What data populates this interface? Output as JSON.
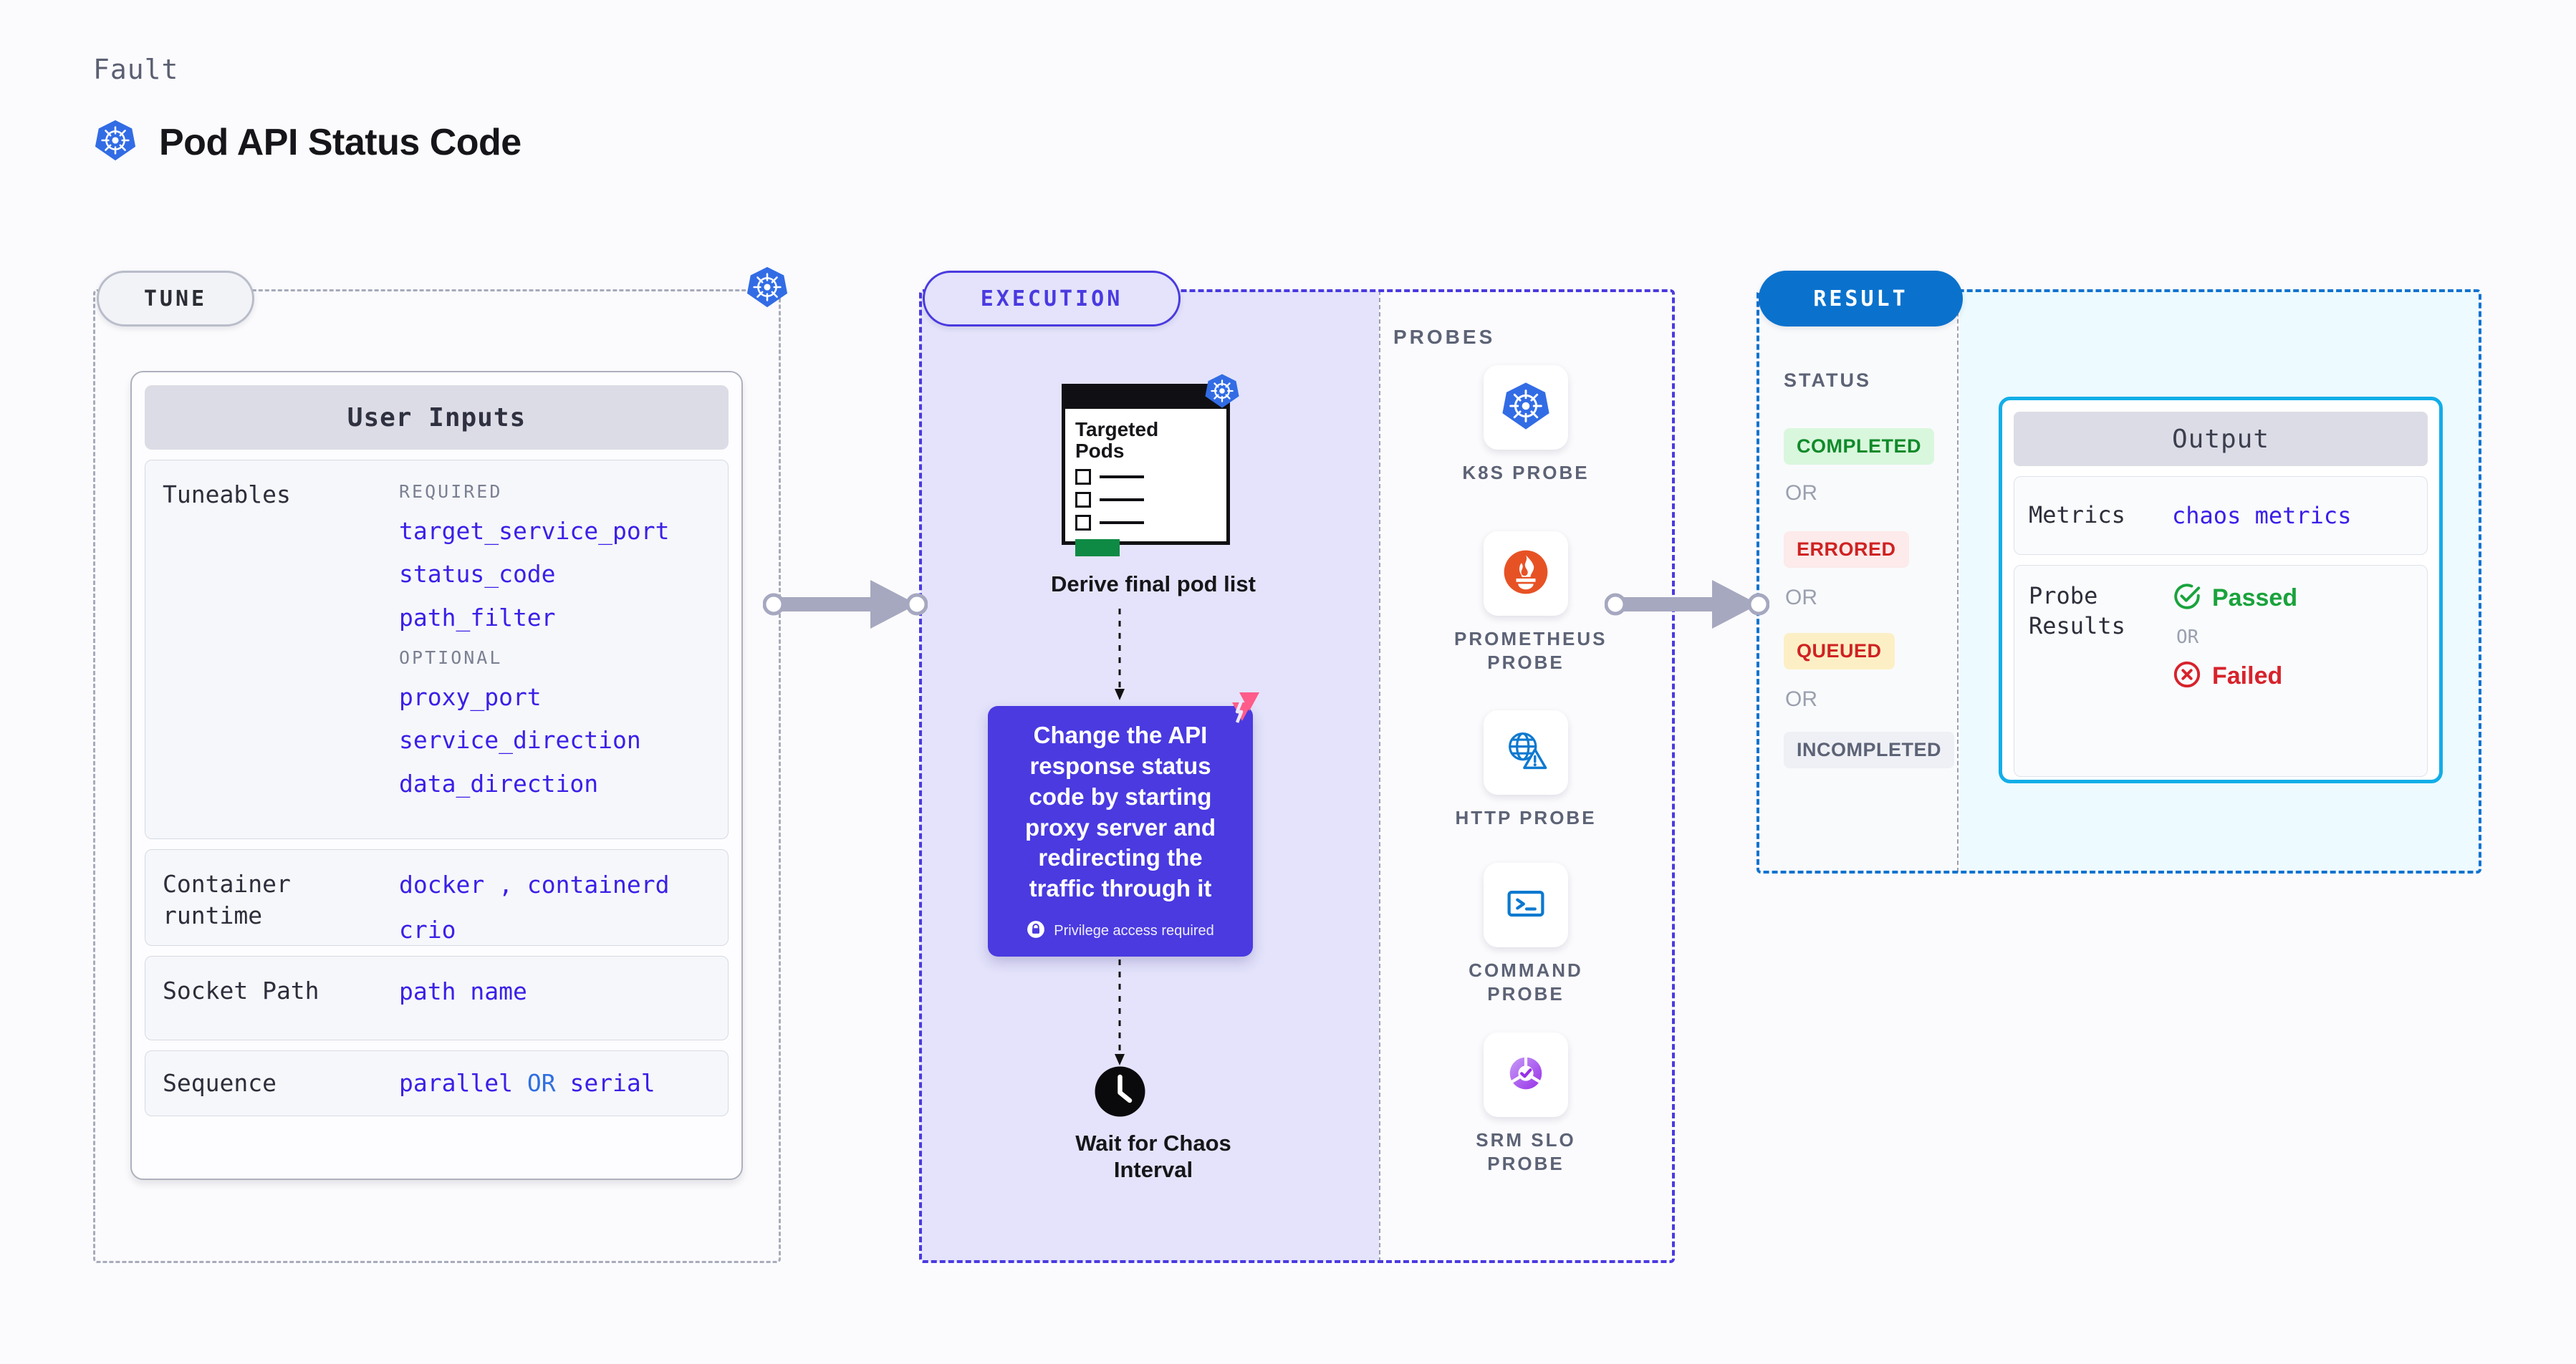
{
  "header": {
    "kicker": "Fault",
    "title": "Pod API Status Code",
    "icon": "kubernetes-icon"
  },
  "tune": {
    "pill_label": "TUNE",
    "badge_icon": "kubernetes-icon",
    "card_title": "User Inputs",
    "rows": [
      {
        "label": "Tuneables",
        "groups": [
          {
            "tag": "REQUIRED",
            "values": [
              "target_service_port",
              "status_code",
              "path_filter"
            ]
          },
          {
            "tag": "OPTIONAL",
            "values": [
              "proxy_port",
              "service_direction",
              "data_direction"
            ]
          }
        ]
      },
      {
        "label": "Container runtime",
        "values": [
          "docker",
          "containerd",
          "crio"
        ],
        "separator": ","
      },
      {
        "label": "Socket Path",
        "values": [
          "path name"
        ]
      },
      {
        "label": "Sequence",
        "values": [
          "parallel",
          "serial"
        ],
        "joiner": "OR"
      }
    ]
  },
  "execution": {
    "pill_label": "EXECUTION",
    "pods_card": {
      "title_line1": "Targeted",
      "title_line2": "Pods",
      "badge_icon": "kubernetes-icon"
    },
    "step1_caption": "Derive final pod list",
    "action": {
      "text": "Change the API response status code by starting proxy server and redirecting the traffic through it",
      "privilege_note": "Privilege access required",
      "privilege_icon": "lock-icon",
      "corner_badge_icon": "harness-logo-icon"
    },
    "wait_icon": "clock-icon",
    "wait_caption_line1": "Wait for Chaos",
    "wait_caption_line2": "Interval",
    "probes_label": "PROBES",
    "probes": [
      {
        "name": "K8S PROBE",
        "icon": "kubernetes-icon"
      },
      {
        "name": "PROMETHEUS PROBE",
        "icon": "prometheus-icon"
      },
      {
        "name": "HTTP PROBE",
        "icon": "globe-warning-icon"
      },
      {
        "name": "COMMAND PROBE",
        "icon": "terminal-icon"
      },
      {
        "name": "SRM SLO PROBE",
        "icon": "srm-slo-icon"
      }
    ]
  },
  "result": {
    "pill_label": "RESULT",
    "status_heading": "STATUS",
    "or_label": "OR",
    "statuses": [
      {
        "label": "COMPLETED",
        "bg": "#d9f7dd",
        "fg": "#108a2a"
      },
      {
        "label": "ERRORED",
        "bg": "#fdeaea",
        "fg": "#cf2222"
      },
      {
        "label": "QUEUED",
        "bg": "#fdefc5",
        "fg": "#cf2222"
      },
      {
        "label": "INCOMPLETED",
        "bg": "#eef0f5",
        "fg": "#5d6376"
      }
    ],
    "output": {
      "title": "Output",
      "metrics_label": "Metrics",
      "metrics_value": "chaos metrics",
      "probe_results_label": "Probe Results",
      "passed_label": "Passed",
      "passed_icon": "check-circle-icon",
      "or_label": "OR",
      "failed_label": "Failed",
      "failed_icon": "x-circle-icon"
    }
  },
  "colors": {
    "accent_purple": "#4a3ae0",
    "accent_blue": "#0a72cd",
    "k8s_blue": "#326ce5",
    "cyan": "#12aee8",
    "green": "#19a33c",
    "red": "#d7232c",
    "pink": "#ff5c8a"
  }
}
